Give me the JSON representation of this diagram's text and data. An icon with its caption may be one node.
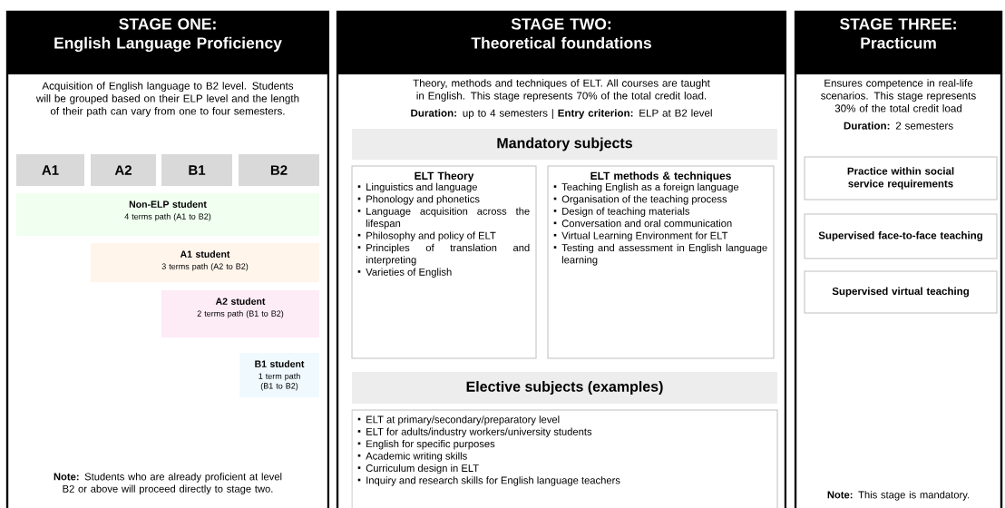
{
  "diagram": {
    "nodes": [
      {
        "text": [
          "STAGE ONE:",
          "English Language Proficiency",
          "Acquisition of English language to B2 level. Students will be grouped based on their ELP level and the length of their path can vary from one to four semesters.",
          "**Note:** Students who are already proficient at level B2 or above will proceed directly to stage two."
        ]
      },
      {
        "text": [
          "A1"
        ],
        "in": 0
      },
      {
        "text": [
          "A2"
        ],
        "in": 0
      },
      {
        "text": [
          "B1"
        ],
        "in": 0
      },
      {
        "text": [
          "B2"
        ],
        "in": 0
      },
      {
        "text": [
          "Non-ELP student",
          "4 terms path (A1 to B2)"
        ],
        "in": 0
      },
      {
        "text": [
          "A1 student",
          "3 terms path (A2 to B2)"
        ],
        "in": 0
      },
      {
        "text": [
          "A2 student",
          "2 terms path (B1 to B2)"
        ],
        "in": 0
      },
      {
        "text": [
          "B1 student",
          "1 term path (B1 to B2)"
        ],
        "in": 0
      },
      {
        "text": [
          "STAGE TWO:",
          "Theoretical foundations",
          "Theory, methods and techniques of ELT. All courses are taught in English. This stage represents 70% of the total credit load.",
          "**Duration:** up to 4 semesters | **Entry criterion:** ELP at B2 level"
        ]
      },
      {
        "text": [
          "Mandatory subjects"
        ],
        "in": 9
      },
      {
        "text": [
          "ELT Theory",
          "Linguistics and language",
          "Phonology and phonetics",
          "Language acquisition across the lifespan",
          "Philosophy and policy of ELT",
          "Principles of translation and interpreting",
          "Varieties of English"
        ],
        "in": 9
      },
      {
        "text": [
          "ELT methods & techniques",
          "Teaching English as a foreign language",
          "Organisation of the teaching process",
          "Design of teaching materials",
          "Conversation and oral communication",
          "Virtual Learning Environment for ELT",
          "Testing and assessment in English language learning"
        ],
        "in": 9
      },
      {
        "text": [
          "Elective subjects (examples)"
        ],
        "in": 9
      },
      {
        "text": [
          "ELT at primary/secondary/preparatory level",
          "ELT for adults/industry workers/university students",
          "English for specific purposes",
          "Academic writing skills",
          "Curriculum design in ELT",
          "Inquiry and research skills for English language teachers"
        ],
        "in": 9
      },
      {
        "text": [
          "STAGE THREE:",
          "Practicum",
          "Ensures competence in real-life scenarios. This stage represents 30% of the total credit load",
          "**Duration:** 2 semesters",
          "**Note:** This stage is mandatory."
        ]
      },
      {
        "text": [
          "Practice within social service requirements"
        ],
        "in": 15
      },
      {
        "text": [
          "Supervised face-to-face teaching"
        ],
        "in": 15
      },
      {
        "text": [
          "Supervised virtual teaching"
        ],
        "in": 15
      }
    ]
  }
}
